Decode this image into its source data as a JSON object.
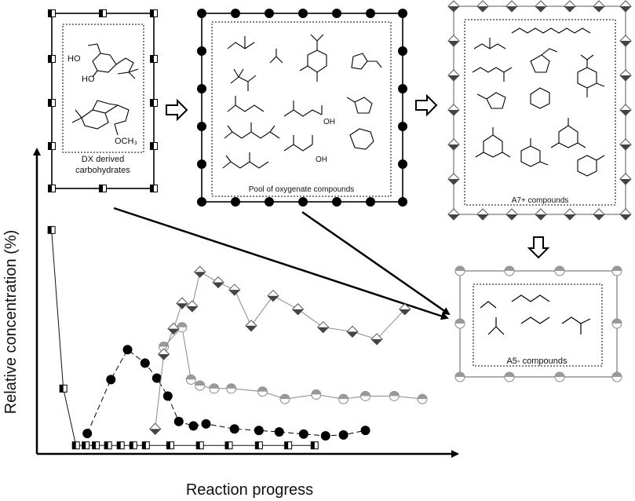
{
  "figure": {
    "xlabel": "Reaction progress",
    "ylabel": "Relative concentration (%)"
  },
  "boxes": {
    "dx": {
      "label_line1": "DX derived",
      "label_line2": "carbohydrates",
      "marker": "half-square"
    },
    "oxygenates": {
      "label": "Pool of oxygenate compounds",
      "marker": "filled-circle"
    },
    "a7": {
      "label": "A7+ compounds",
      "marker": "half-diamond"
    },
    "a5": {
      "label": "A5- compounds",
      "marker": "half-circle"
    }
  },
  "structures": {
    "dx_labels": [
      "HO",
      "HO",
      "OCH₃"
    ],
    "oxygenate_labels": [
      "OH",
      "OH"
    ]
  },
  "chart_data": {
    "type": "scatter",
    "xlabel": "Reaction progress",
    "ylabel": "Relative concentration (%)",
    "grid": false,
    "legend": "none",
    "xlim": [
      0,
      100
    ],
    "ylim": [
      0,
      100
    ],
    "series": [
      {
        "marker": "half-square",
        "color": "#111111",
        "x": [
          3.6,
          6.5,
          9.6,
          12.0,
          14.5,
          17.5,
          20.6,
          23.7,
          26.8,
          32.8,
          40.1,
          47.2,
          54.6,
          61.8,
          68.3
        ],
        "y": [
          73.0,
          20.0,
          1.0,
          1.0,
          1.0,
          1.0,
          1.0,
          1.0,
          1.0,
          1.0,
          1.0,
          1.0,
          1.0,
          1.0,
          1.0
        ]
      },
      {
        "marker": "filled-circle",
        "color": "#000000",
        "x": [
          12.4,
          18.2,
          22.3,
          26.6,
          29.5,
          32.2,
          34.9,
          38.5,
          41.6,
          48.6,
          54.6,
          59.6,
          65.6,
          71.0,
          75.4,
          80.8
        ],
        "y": [
          5.0,
          23.0,
          33.0,
          28.5,
          23.5,
          17.5,
          9.0,
          7.5,
          8.2,
          6.5,
          6.0,
          5.5,
          4.8,
          4.2,
          4.5,
          6.0
        ]
      },
      {
        "marker": "half-circle",
        "color": "#888888",
        "x": [
          31.2,
          35.7,
          37.9,
          40.1,
          43.6,
          47.8,
          55.5,
          61.0,
          68.7,
          75.4,
          80.8,
          87.9,
          94.8
        ],
        "y": [
          34.0,
          40.5,
          23.0,
          21.0,
          20.0,
          20.0,
          19.0,
          16.5,
          18.0,
          16.5,
          17.5,
          17.5,
          16.5
        ]
      },
      {
        "marker": "half-diamond",
        "color": "#888888",
        "x": [
          29.1,
          31.2,
          33.6,
          35.7,
          38.2,
          40.1,
          44.6,
          48.6,
          52.7,
          58.1,
          64.2,
          70.4,
          77.6,
          83.6,
          90.5
        ],
        "y": [
          6.5,
          31.5,
          40.0,
          48.5,
          47.5,
          59.0,
          55.5,
          53.0,
          41.0,
          51.0,
          46.5,
          40.5,
          39.0,
          36.5,
          46.5
        ]
      }
    ]
  }
}
